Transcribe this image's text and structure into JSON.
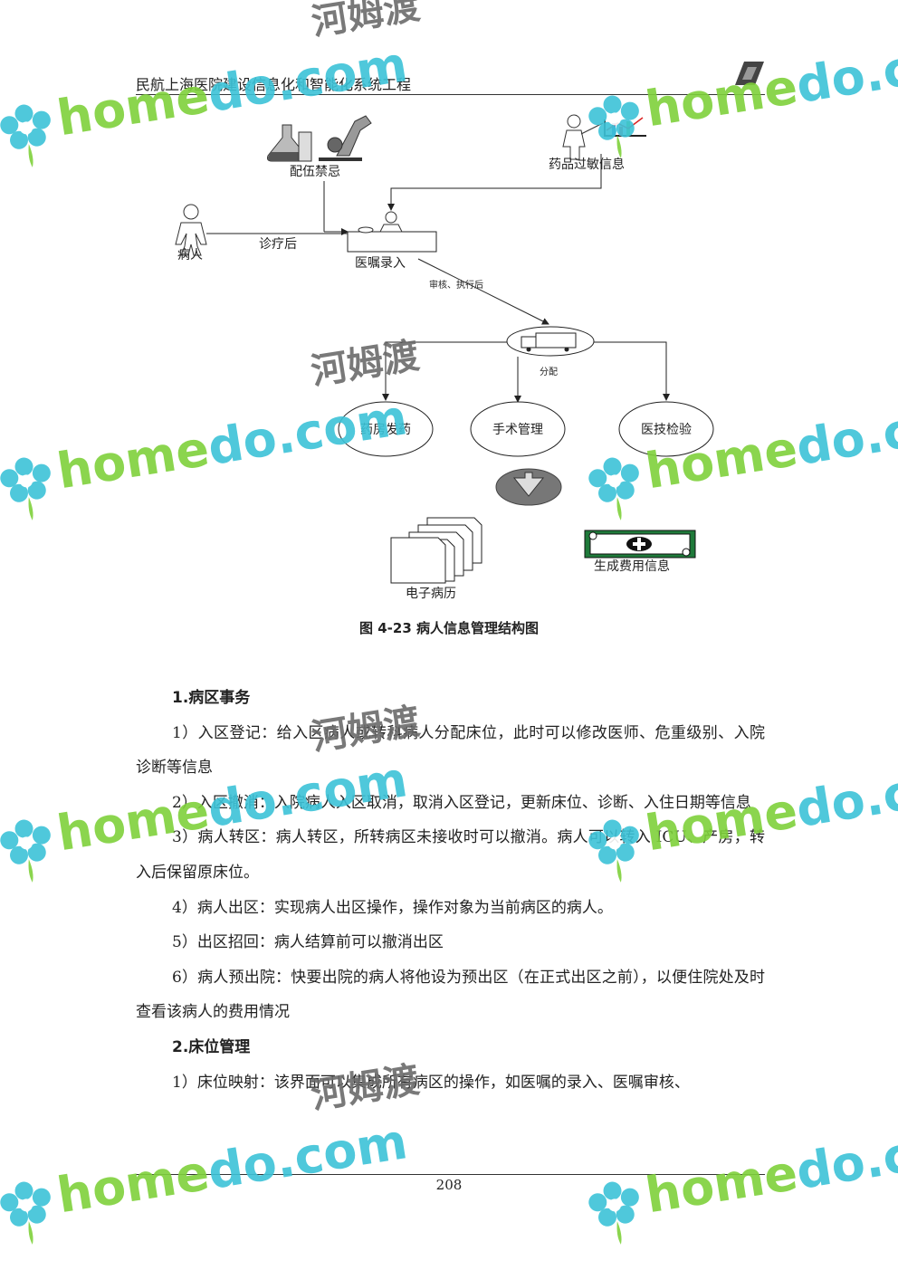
{
  "header": {
    "title": "民航上海医院建设信息化和智能化系统工程"
  },
  "diagram": {
    "labels": {
      "peiwu": "配伍禁忌",
      "allergy": "药品过敏信息",
      "patient": "病人",
      "after_treatment": "诊疗后",
      "order_entry": "医嘱录入",
      "audit": "审核、执行后",
      "dispatch": "分配",
      "pharmacy": "药房发药",
      "surgery": "手术管理",
      "lab": "医技检验",
      "emr": "电子病历",
      "fee": "生成费用信息"
    }
  },
  "caption": "图 4-23 病人信息管理结构图",
  "content": {
    "s1_title": "1.病区事务",
    "s1_p1": "1）入区登记：给入区病人或转科病人分配床位，此时可以修改医师、危重级别、入院诊断等信息",
    "s1_p2": "2）入区撤消：入院病人入区取消，取消入区登记，更新床位、诊断、入住日期等信息",
    "s1_p3": "3）病人转区：病人转区，所转病区未接收时可以撤消。病人可以转入 ICU、产房，转入后保留原床位。",
    "s1_p4": "4）病人出区：实现病人出区操作，操作对象为当前病区的病人。",
    "s1_p5": "5）出区招回：病人结算前可以撤消出区",
    "s1_p6": "6）病人预出院：快要出院的病人将他设为预出区（在正式出区之前），以便住院处及时查看该病人的费用情况",
    "s2_title": "2.床位管理",
    "s2_p1": "1）床位映射：该界面可以集成所有病区的操作，如医嘱的录入、医嘱审核、"
  },
  "footer": {
    "page_number": "208"
  },
  "watermark": {
    "en_a": "home",
    "en_b": "do",
    "en_c": ".com",
    "cn": "河姆渡"
  }
}
